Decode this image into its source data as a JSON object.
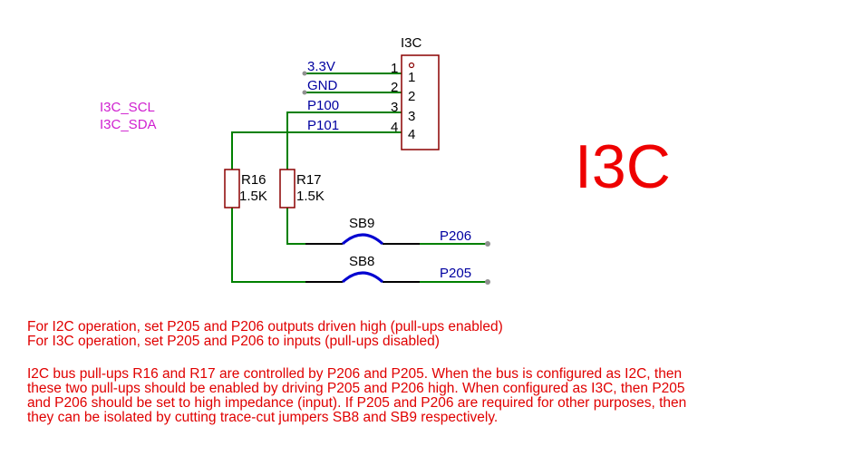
{
  "header": {
    "connector_title": "I3C",
    "big_title": "I3C"
  },
  "side_labels": {
    "scl": "I3C_SCL",
    "sda": "I3C_SDA"
  },
  "connector": {
    "pins": [
      {
        "outer": "1",
        "inner": "1",
        "net": "3.3V"
      },
      {
        "outer": "2",
        "inner": "2",
        "net": "GND"
      },
      {
        "outer": "3",
        "inner": "3",
        "net": "P100"
      },
      {
        "outer": "4",
        "inner": "4",
        "net": "P101"
      }
    ]
  },
  "resistors": [
    {
      "ref": "R16",
      "value": "1.5K"
    },
    {
      "ref": "R17",
      "value": "1.5K"
    }
  ],
  "jumpers": [
    {
      "ref": "SB9",
      "net": "P206"
    },
    {
      "ref": "SB8",
      "net": "P205"
    }
  ],
  "notes": {
    "line1": "For I2C operation, set P205 and P206 outputs driven high (pull-ups enabled)",
    "line2": "For I3C operation, set P205 and P206 to inputs (pull-ups disabled)",
    "para": [
      "I2C bus pull-ups R16 and R17 are controlled by P206 and P205. When the bus is configured as I2C, then",
      "these two pull-ups should be enabled by driving P205 and P206 high. When configured as I3C, then P205",
      "and P206 should be set to high impedance (input). If P205 and P206 are required for other purposes, then",
      "they can be isolated by cutting trace-cut jumpers SB8 and SB9 respectively."
    ]
  },
  "colors": {
    "wire": "#008000",
    "part": "#8b0000",
    "net_label": "#0000a0",
    "jumper": "#0000d0",
    "side_label": "#d020d0",
    "note": "#e00000",
    "pin_text": "#000000"
  }
}
